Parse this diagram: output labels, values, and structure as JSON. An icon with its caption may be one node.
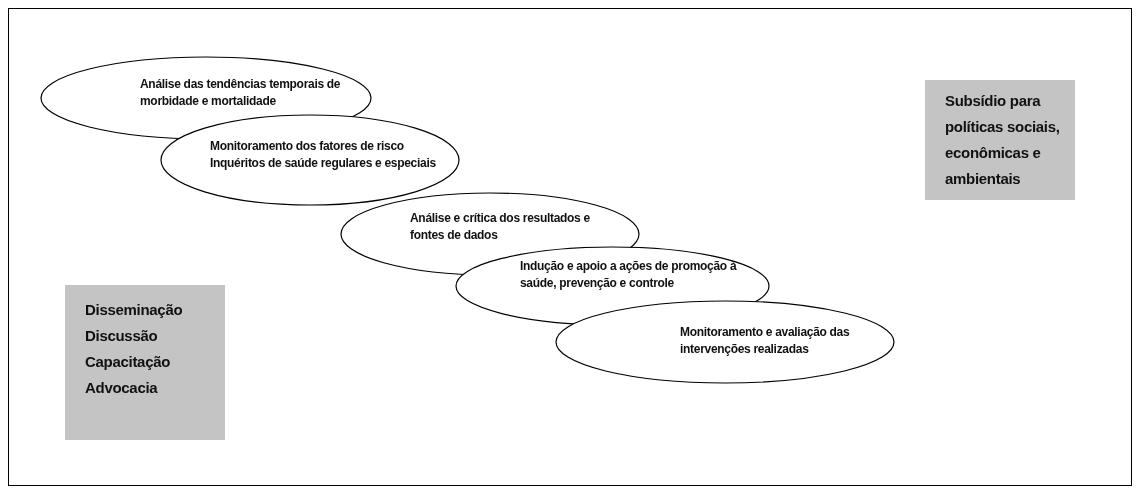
{
  "diagram": {
    "nodes": [
      {
        "text": [
          "Análise das tendências temporais de morbidade e mortalidade"
        ]
      },
      {
        "text": [
          "Monitoramento dos fatores de risco",
          "Inquéritos de saúde regulares e especiais"
        ]
      },
      {
        "text": [
          "Análise e crítica dos resultados e fontes de dados"
        ]
      },
      {
        "text": [
          "Indução e apoio a ações de promoção à saúde, prevenção e controle"
        ]
      },
      {
        "text": [
          "Monitoramento e avaliação das intervenções realizadas"
        ]
      },
      {
        "text": [
          "Subsídio para políticas sociais, econômicas e ambientais"
        ]
      },
      {
        "text": [
          "Disseminação",
          "Discussão",
          "Capacitação",
          "Advocacia"
        ]
      }
    ]
  }
}
